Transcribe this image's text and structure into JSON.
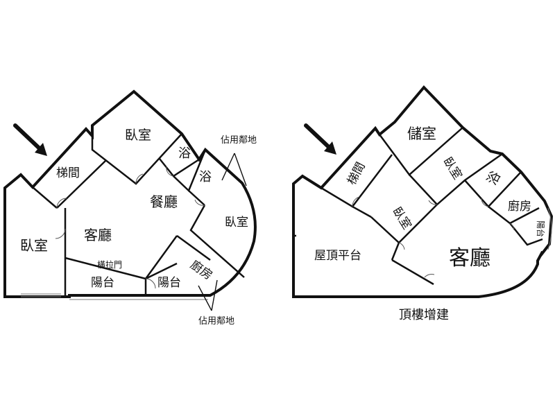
{
  "floor_plan_left": {
    "rooms": {
      "bedroom_top": "臥室",
      "stairs": "梯間",
      "bath_1": "浴",
      "bath_2": "浴",
      "bedroom_occupied": "臥室",
      "dining": "餐廳",
      "living": "客廳",
      "bedroom_left": "臥室",
      "sliding_door": "橫拉門",
      "balcony_1": "陽台",
      "balcony_2": "陽台",
      "kitchen": "廚房"
    },
    "notes": {
      "occupied_top": "佔用鄰地",
      "occupied_bottom": "佔用鄰地"
    }
  },
  "floor_plan_right": {
    "rooms": {
      "storage": "儲室",
      "stairs": "梯間",
      "bedroom_1": "臥室",
      "bath": "浴",
      "kitchen": "廚房",
      "bedroom_2": "臥室",
      "balcony": "陽台",
      "roof_terrace": "屋頂平台",
      "living": "客廳"
    },
    "caption": "頂樓增建"
  }
}
